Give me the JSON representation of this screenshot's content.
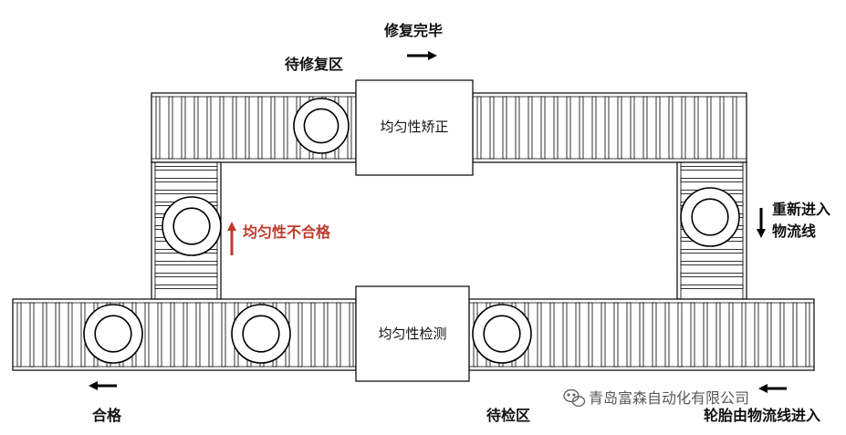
{
  "labels": {
    "repair_done": "修复完毕",
    "waiting_repair": "待修复区",
    "correction_station": "均匀性矫正",
    "uniformity_fail": "均匀性不合格",
    "reenter_line": "重新进入物流线",
    "inspection_station": "均匀性检测",
    "pass": "合格",
    "waiting_inspection": "待检区",
    "tire_entry": "轮胎由物流线进入",
    "watermark": "青岛富森自动化有限公司"
  },
  "colors": {
    "line": "#000000",
    "fail_label": "#c0392b",
    "background": "#ffffff",
    "watermark": "#5a5a5a"
  },
  "icons": {
    "arrow_right": "arrow-right-icon",
    "arrow_left": "arrow-left-icon",
    "arrow_up": "arrow-up-icon",
    "arrow_down": "arrow-down-icon",
    "wechat": "wechat-icon"
  }
}
